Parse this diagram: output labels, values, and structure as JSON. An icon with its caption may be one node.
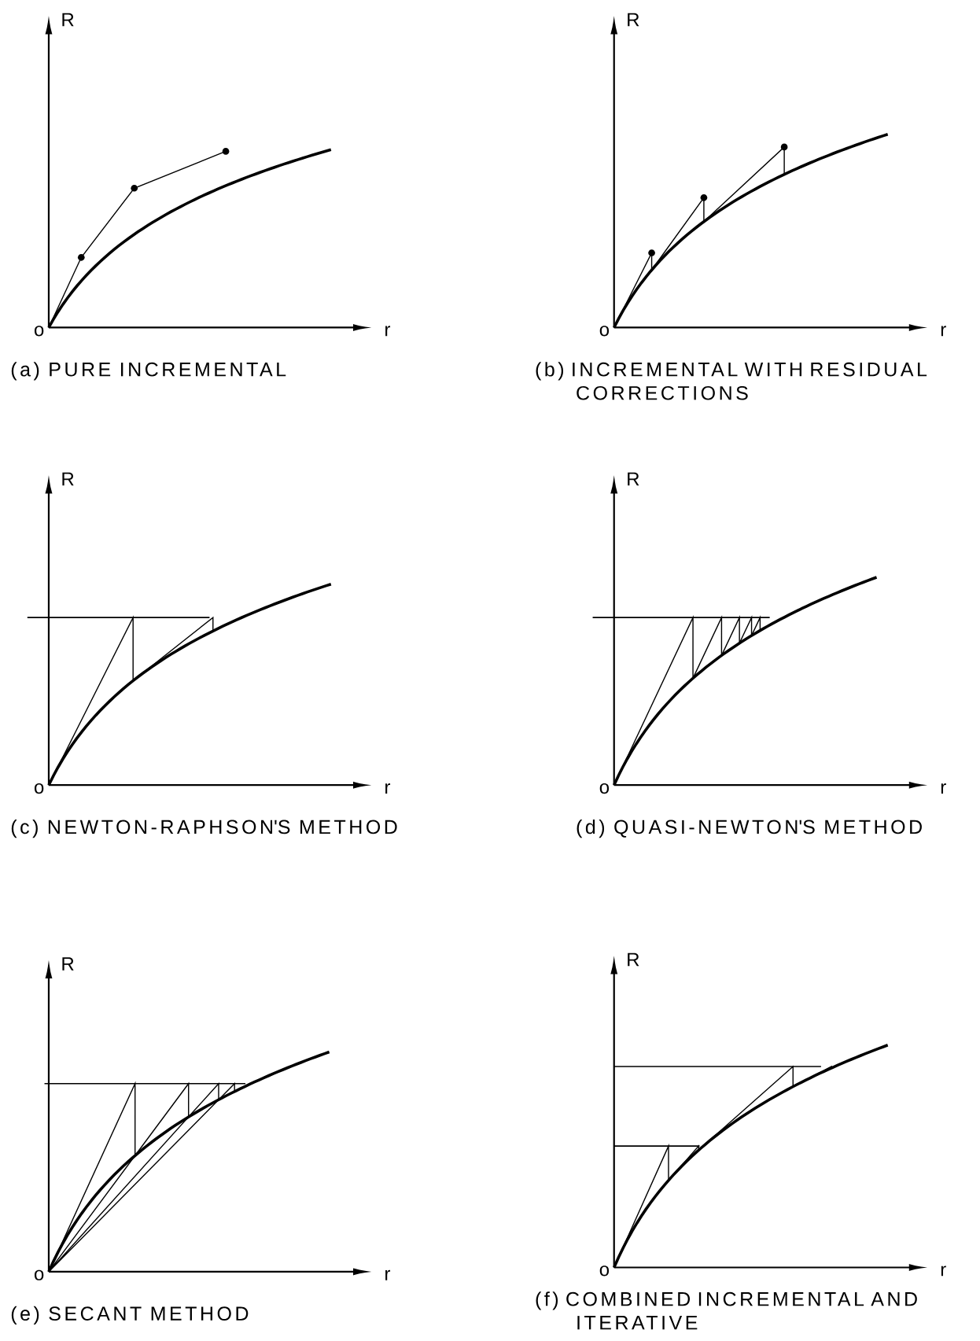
{
  "diagram": {
    "labels": [
      "R",
      "o",
      "r",
      "(a) PURE INCREMENTAL",
      "R",
      "o",
      "r",
      "(b) INCREMENTAL WITH RESIDUAL CORRECTIONS",
      "R",
      "o",
      "r",
      "(c) NEWTON-RAPHSON'S METHOD",
      "R",
      "o",
      "r",
      "(d) QUASI-NEWTON'S METHOD",
      "R",
      "o",
      "r",
      "(e) SECANT METHOD",
      "R",
      "o",
      "r",
      "(f) COMBINED INCREMENTAL AND ITERATIVE"
    ]
  }
}
